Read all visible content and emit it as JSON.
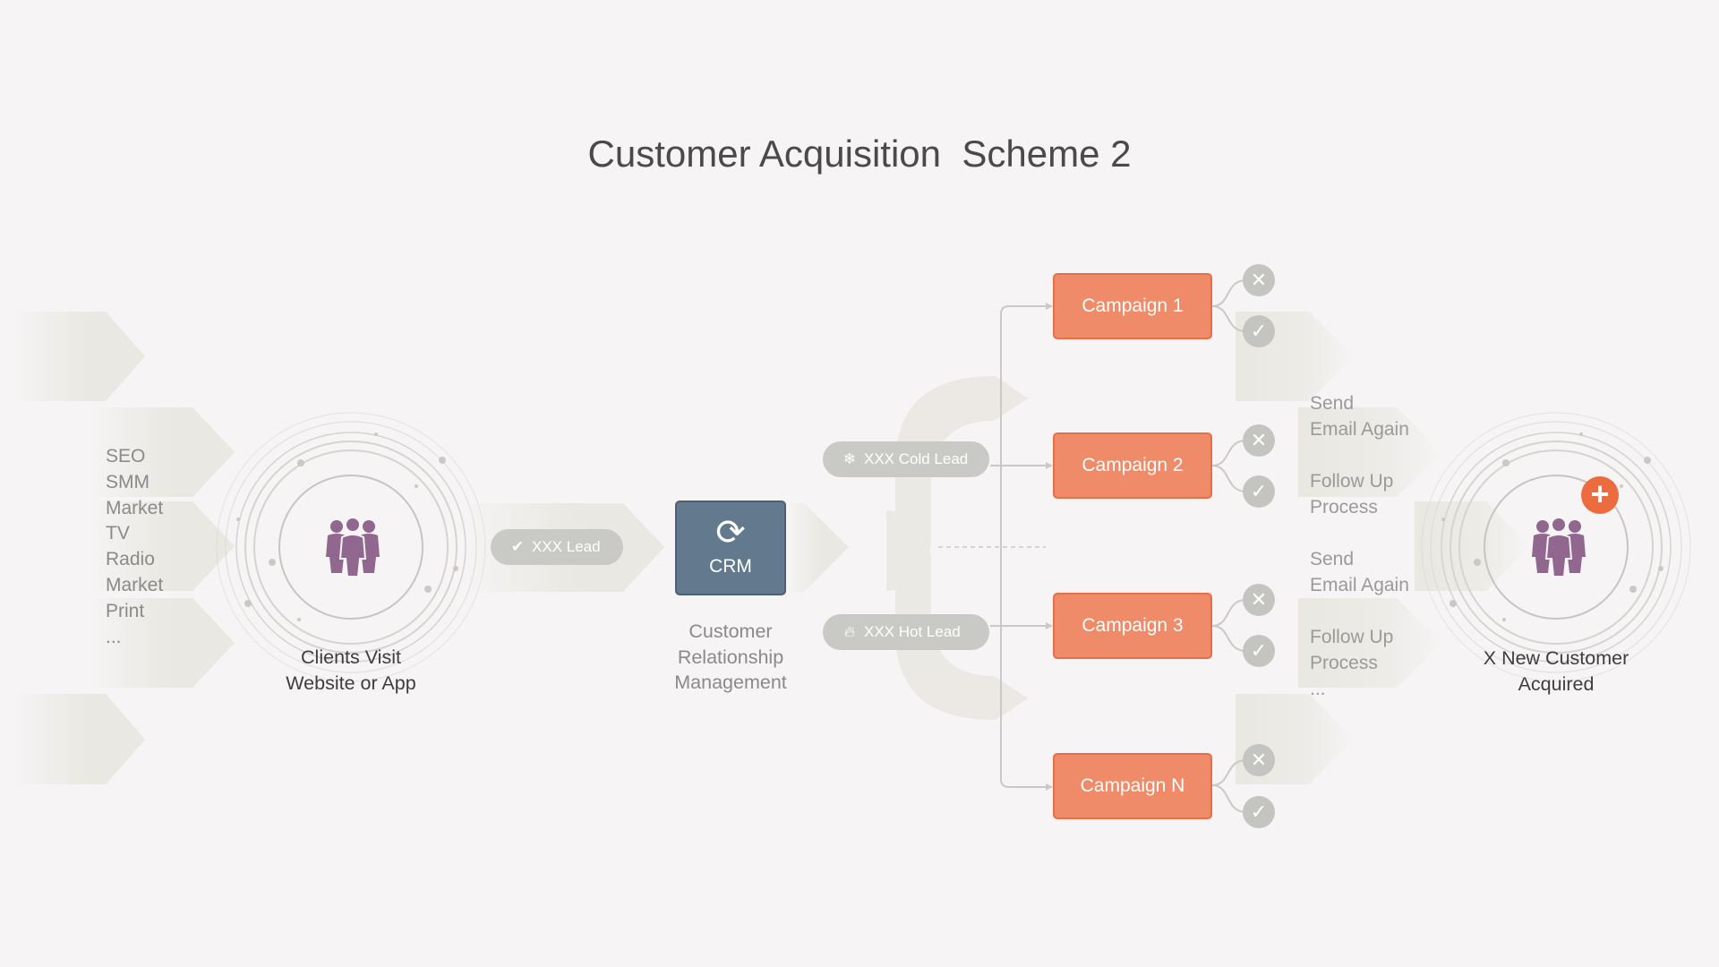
{
  "title": "Customer Acquisition  Scheme 2",
  "channels": [
    "SEO",
    "SMM",
    "Market",
    "TV",
    "Radio",
    "Market",
    "Print",
    "..."
  ],
  "clients_caption": [
    "Clients Visit",
    "Website or App"
  ],
  "lead_pill": "XXX Lead",
  "crm_label": "CRM",
  "crm_caption": [
    "Customer",
    "Relationship",
    "Management"
  ],
  "cold_lead": "XXX Cold Lead",
  "hot_lead": "XXX Hot Lead",
  "campaigns": [
    "Campaign 1",
    "Campaign 2",
    "Campaign 3",
    "Campaign N"
  ],
  "followups": [
    "Send",
    "Email Again",
    "",
    "Follow Up",
    "Process",
    "",
    "Send",
    "Email Again",
    "",
    "Follow Up",
    "Process",
    "..."
  ],
  "result_caption": [
    "X New Customer",
    "Acquired"
  ],
  "colors": {
    "campaign": "#ef8b68",
    "crm": "#637a8e",
    "people": "#91668f",
    "plus": "#ed6c3f",
    "status": "#c4c4c0"
  },
  "icons": {
    "people": "people-group-icon",
    "sync": "sync-icon",
    "check": "check-icon",
    "snowflake": "snowflake-icon",
    "fire": "fire-icon",
    "cross": "cross-icon",
    "plus": "plus-icon"
  }
}
